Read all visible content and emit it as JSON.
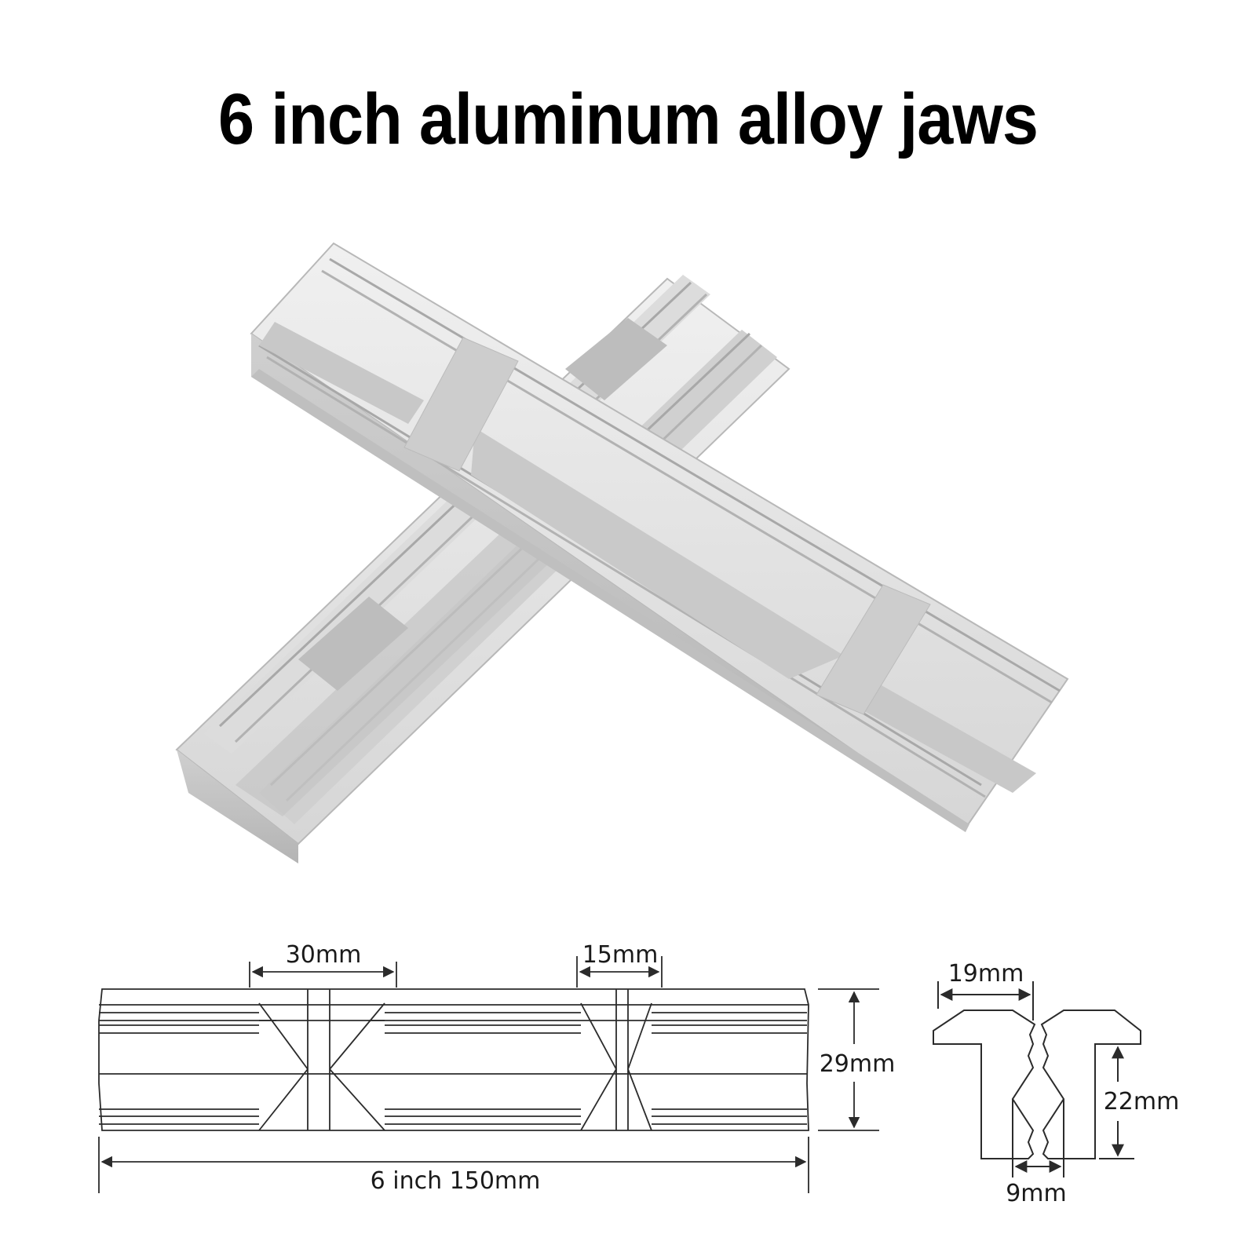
{
  "title": "6 inch aluminum alloy jaws",
  "colors": {
    "background": "#ffffff",
    "metal_light": "#e4e4e4",
    "metal_mid": "#cfcfcf",
    "metal_dark": "#a9a9a9",
    "line": "#2b2b2b"
  },
  "side_view": {
    "slot_width_label": "30mm",
    "groove_width_label": "15mm",
    "height_label": "29mm",
    "length_label": "6 inch 150mm"
  },
  "profile_view": {
    "top_width_label": "19mm",
    "leg_height_label": "22mm",
    "gap_label": "9mm"
  }
}
